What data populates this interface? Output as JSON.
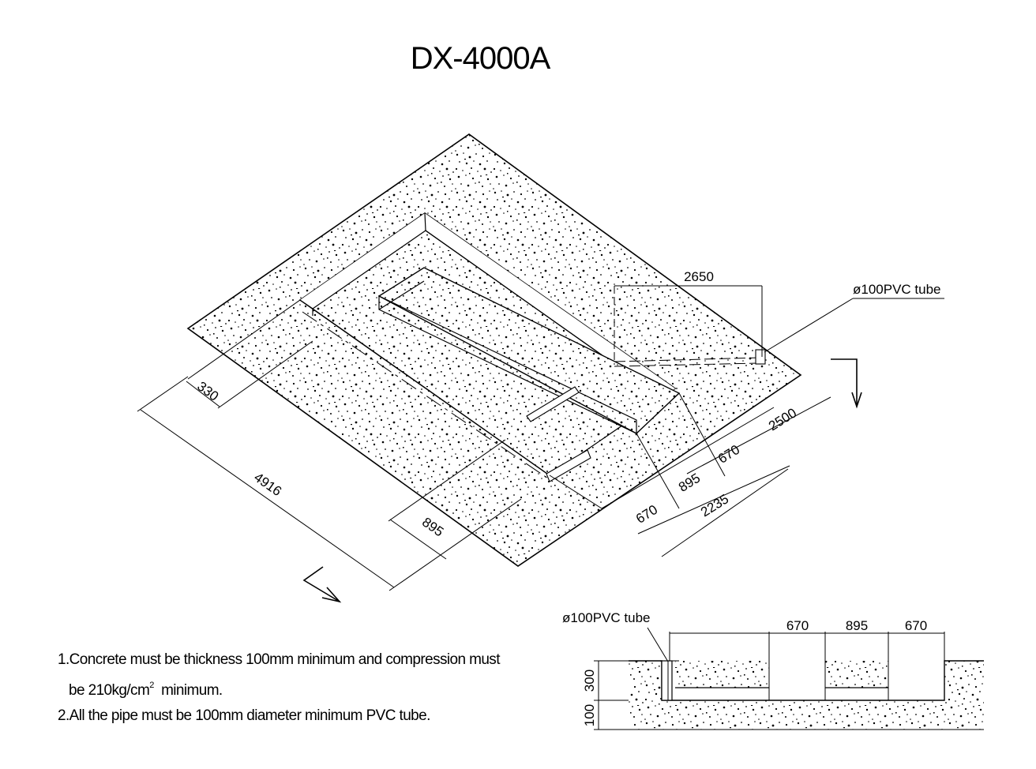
{
  "title": "DX-4000A",
  "dimensions": {
    "d2650": "2650",
    "d330": "330",
    "d4916": "4916",
    "d895_left": "895",
    "d670_lower": "670",
    "d895_mid": "895",
    "d670_upper": "670",
    "d2500": "2500",
    "d2235": "2235"
  },
  "callout_iso": "ø100PVC tube",
  "section": {
    "callout": "ø100PVC tube",
    "top_dims": [
      "670",
      "895",
      "670"
    ],
    "d300": "300",
    "d100": "100"
  },
  "notes": {
    "line1": "1.Concrete must be thickness 100mm minimum and compression must",
    "line2_pre": "be 210kg/cm",
    "line2_sup": "2",
    "line2_post": "  minimum.",
    "line3": "2.All the pipe must be 100mm diameter minimum PVC tube."
  },
  "colors": {
    "ink": "#000000",
    "paper": "#ffffff"
  }
}
